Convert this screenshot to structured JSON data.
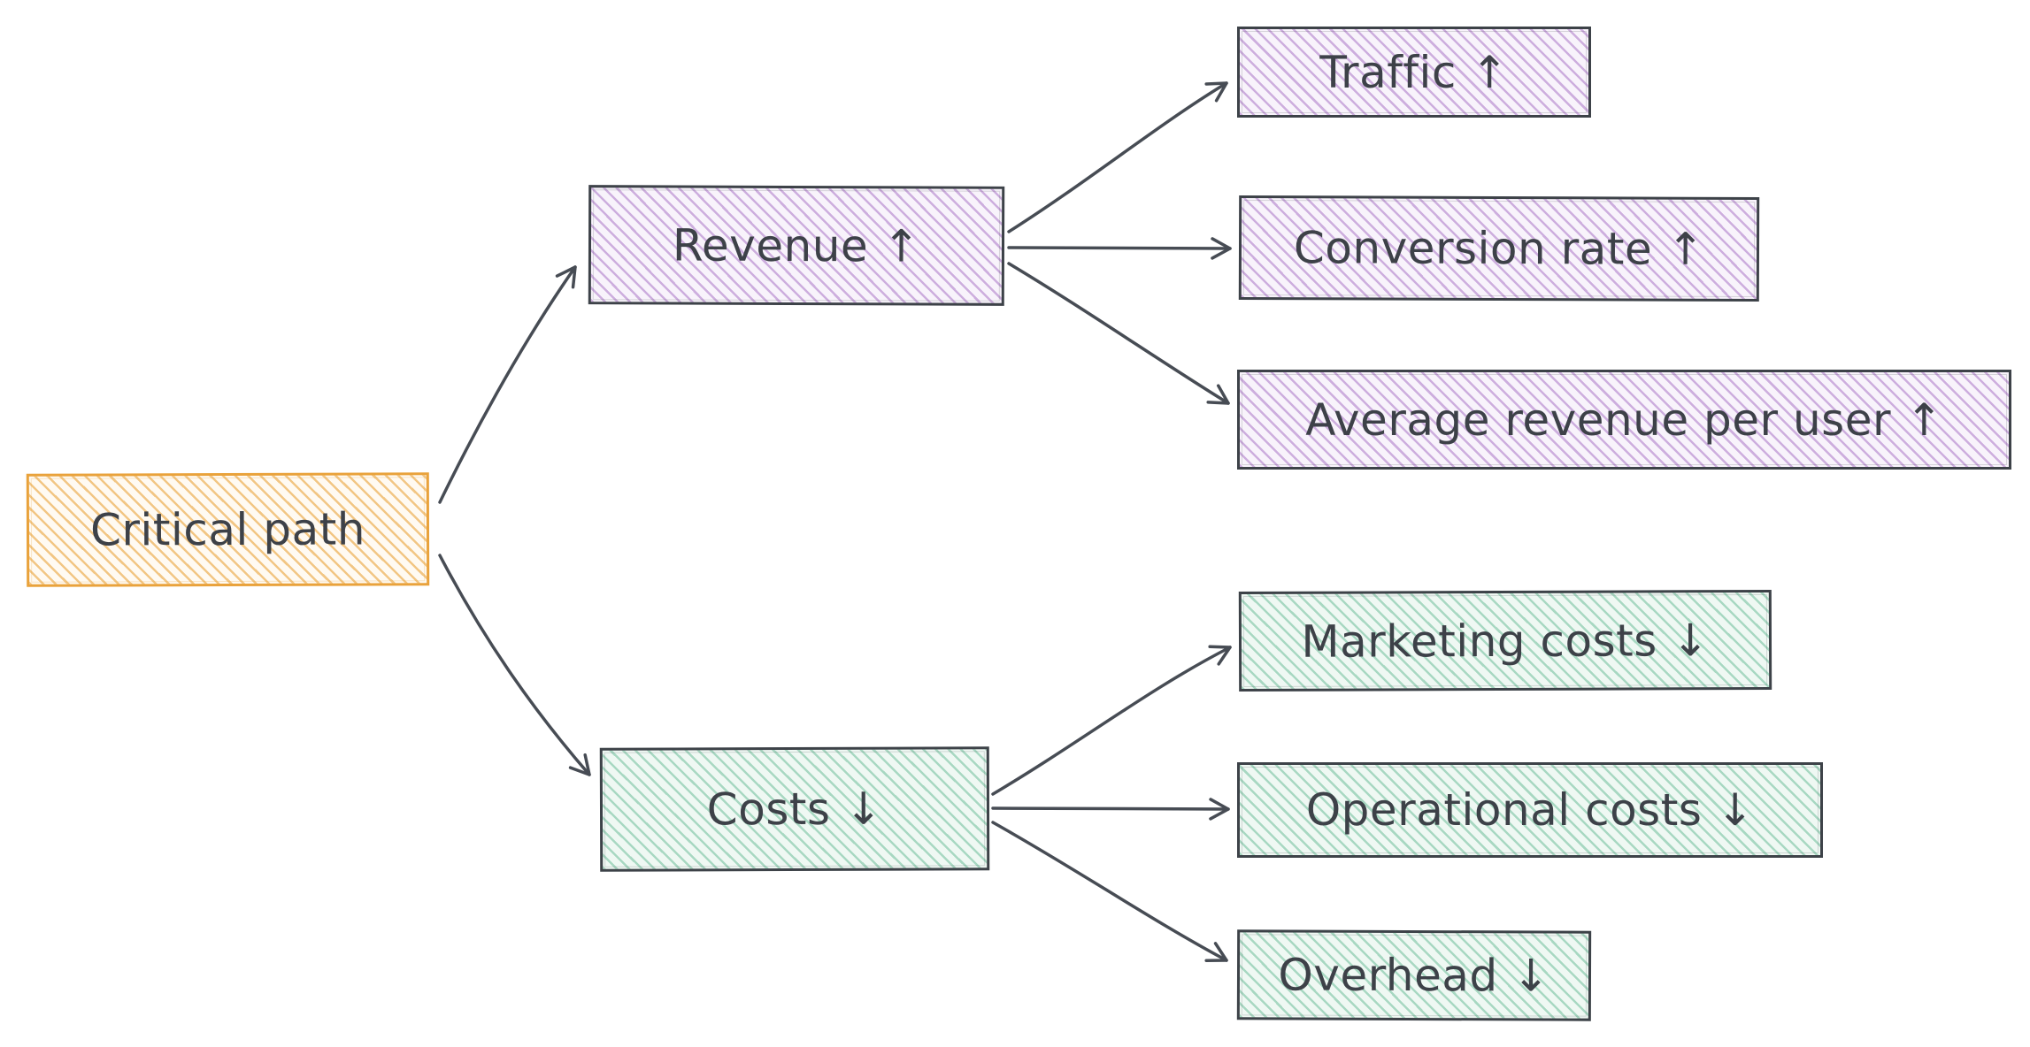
{
  "diagram_type": "hand-drawn critical path tree",
  "nodes": {
    "root": {
      "label": "Critical path"
    },
    "revenue": {
      "label": "Revenue ↑"
    },
    "costs": {
      "label": "Costs ↓"
    },
    "traffic": {
      "label": "Traffic ↑"
    },
    "conversion": {
      "label": "Conversion rate ↑"
    },
    "arpu": {
      "label": "Average revenue per user ↑"
    },
    "marketing": {
      "label": "Marketing costs ↓"
    },
    "operational": {
      "label": "Operational costs ↓"
    },
    "overhead": {
      "label": "Overhead ↓"
    }
  },
  "edges": [
    {
      "from": "root",
      "to": "revenue"
    },
    {
      "from": "root",
      "to": "costs"
    },
    {
      "from": "revenue",
      "to": "traffic"
    },
    {
      "from": "revenue",
      "to": "conversion"
    },
    {
      "from": "revenue",
      "to": "arpu"
    },
    {
      "from": "costs",
      "to": "marketing"
    },
    {
      "from": "costs",
      "to": "operational"
    },
    {
      "from": "costs",
      "to": "overhead"
    }
  ],
  "colors": {
    "background": "#ffffff",
    "text": "#3d4148",
    "arrow": "#474c54",
    "root_stroke": "#e9a23b",
    "root_hatch": "#f2c684",
    "root_fill": "#fffaf2",
    "child_stroke": "#3d4248",
    "purple_hatch": "#cdaede",
    "purple_fill": "#f8f3fb",
    "green_hatch": "#a8d8c2",
    "green_fill": "#eff8f3"
  }
}
